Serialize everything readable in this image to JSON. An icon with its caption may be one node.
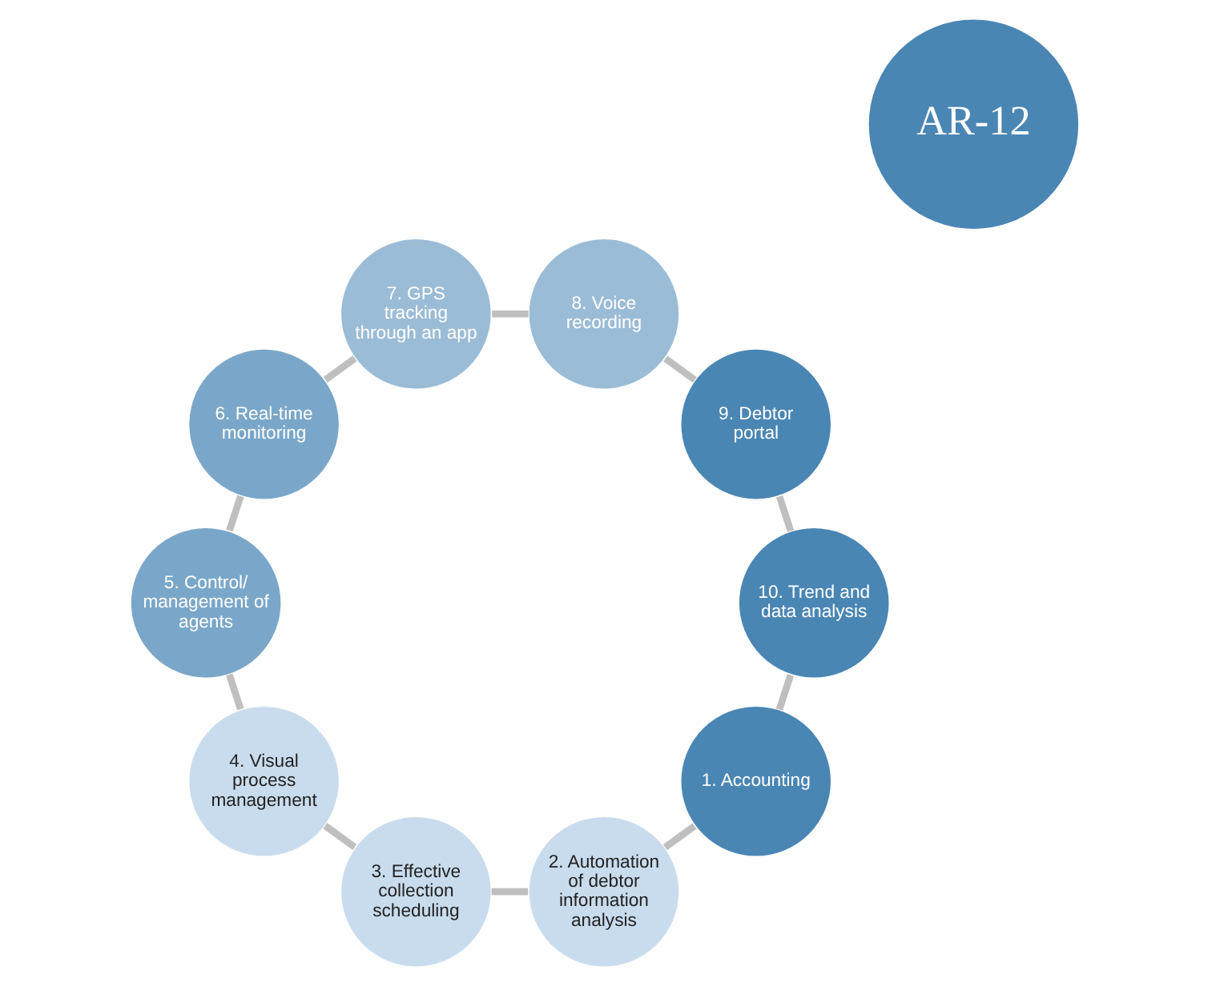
{
  "diagram": {
    "nodes": [
      {
        "text": [
          "1. Accounting"
        ]
      },
      {
        "text": [
          "2. Automation of debtor information analysis"
        ]
      },
      {
        "text": [
          "3. Effective collection scheduling"
        ]
      },
      {
        "text": [
          "4. Visual process management"
        ]
      },
      {
        "text": [
          "5. Control/ management of agents"
        ]
      },
      {
        "text": [
          "6. Real-time monitoring"
        ]
      },
      {
        "text": [
          "7. GPS tracking through an app"
        ]
      },
      {
        "text": [
          "8. Voice recording"
        ]
      },
      {
        "text": [
          "9. Debtor portal"
        ]
      },
      {
        "text": [
          "10. Trend and data analysis"
        ]
      },
      {
        "text": [
          "AR-12"
        ]
      }
    ],
    "edges": [
      {
        "from": 0,
        "to": 1,
        "arrow": "none"
      },
      {
        "from": 1,
        "to": 2,
        "arrow": "none"
      },
      {
        "from": 2,
        "to": 3,
        "arrow": "none"
      },
      {
        "from": 3,
        "to": 4,
        "arrow": "none"
      },
      {
        "from": 4,
        "to": 5,
        "arrow": "none"
      },
      {
        "from": 5,
        "to": 6,
        "arrow": "none"
      },
      {
        "from": 6,
        "to": 7,
        "arrow": "none"
      },
      {
        "from": 7,
        "to": 8,
        "arrow": "none"
      },
      {
        "from": 8,
        "to": 9,
        "arrow": "none"
      },
      {
        "from": 9,
        "to": 0,
        "arrow": "none"
      }
    ]
  }
}
